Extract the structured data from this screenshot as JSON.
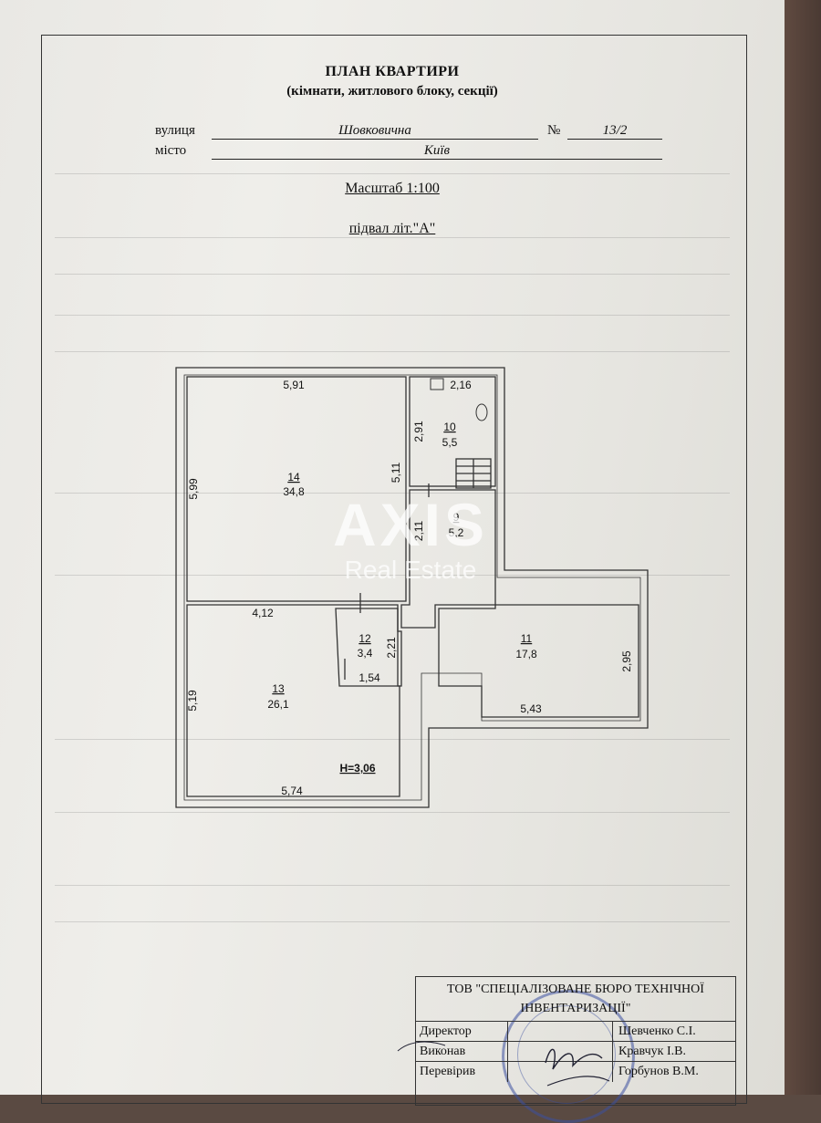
{
  "header": {
    "title": "ПЛАН КВАРТИРИ",
    "subtitle": "(кімнати, житлового блоку, секції)"
  },
  "address": {
    "street_label": "вулиця",
    "street_value": "Шовковична",
    "number_label": "№",
    "number_value": "13/2",
    "city_label": "місто",
    "city_value": "Київ"
  },
  "scale": "Масштаб 1:100",
  "level": "підвал  літ.\"А\"",
  "plan": {
    "rooms": [
      {
        "id": "14",
        "area": "34,8"
      },
      {
        "id": "10",
        "area": "5,5"
      },
      {
        "id": "9",
        "area": "5,2"
      },
      {
        "id": "12",
        "area": "3,4"
      },
      {
        "id": "11",
        "area": "17,8"
      },
      {
        "id": "13",
        "area": "26,1"
      }
    ],
    "dimensions": [
      "5,91",
      "2,16",
      "5,99",
      "5,11",
      "2,91",
      "2,11",
      "4,12",
      "2,21",
      "1,54",
      "5,19",
      "5,74",
      "5,43",
      "2,95"
    ],
    "height": "H=3,06"
  },
  "watermark": {
    "big": "AXIS",
    "small": "Real Estate"
  },
  "stamp": {
    "org_line1": "ТОВ \"СПЕЦІАЛІЗОВАНЕ БЮРО ТЕХНІЧНОЇ",
    "org_line2": "ІНВЕНТАРИЗАЦІЇ\"",
    "rows": [
      {
        "role": "Директор",
        "name": "Шевченко С.І."
      },
      {
        "role": "Виконав",
        "name": "Кравчук  І.В."
      },
      {
        "role": "Перевірив",
        "name": "Горбунов В.М."
      }
    ]
  },
  "colors": {
    "line": "#333333",
    "seal": "#3c50a0"
  }
}
